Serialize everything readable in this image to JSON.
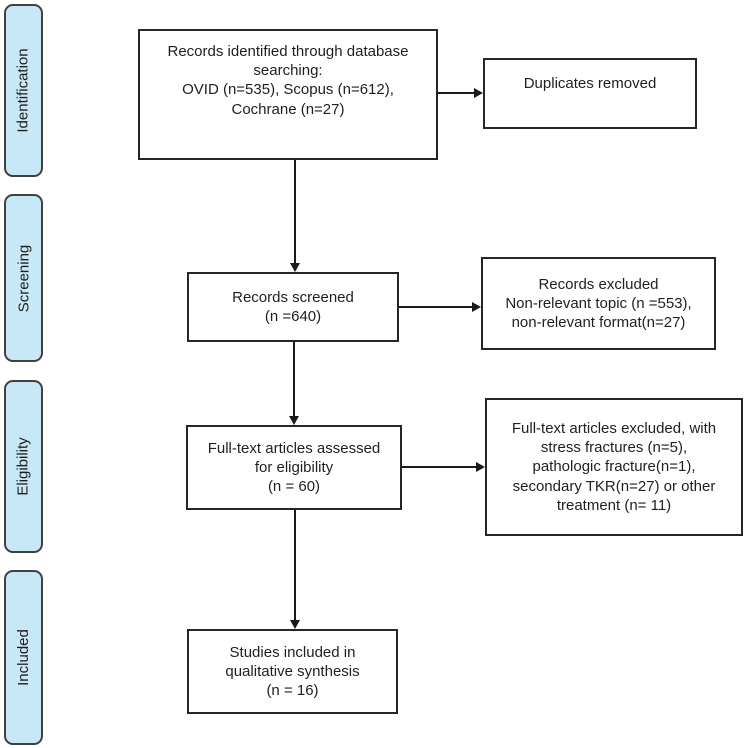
{
  "diagram": {
    "colors": {
      "background": "#ffffff",
      "stage_fill": "#c9e8f7",
      "stage_border": "#404040",
      "box_border": "#262626",
      "arrow": "#1a1a1a",
      "text": "#1f1f1f"
    },
    "stages": [
      {
        "label": "Identification"
      },
      {
        "label": "Screening"
      },
      {
        "label": "Eligibility"
      },
      {
        "label": "Included"
      }
    ],
    "boxes": {
      "records_identified": {
        "text": "Records identified through database\nsearching:\nOVID (n=535), Scopus (n=612),\nCochrane (n=27)"
      },
      "duplicates_removed": {
        "text": "Duplicates removed"
      },
      "records_screened": {
        "text": "Records screened\n(n =640)"
      },
      "records_excluded": {
        "text": "Records excluded\nNon-relevant topic (n =553),\nnon-relevant format(n=27)"
      },
      "fulltext_assessed": {
        "text": "Full-text articles assessed\nfor eligibility\n(n = 60)"
      },
      "fulltext_excluded": {
        "text": "Full-text articles excluded, with\nstress fractures (n=5),\npathologic fracture(n=1),\nsecondary TKR(n=27) or other\ntreatment (n= 11)"
      },
      "studies_included": {
        "text": "Studies included in\nqualitative synthesis\n(n = 16)"
      }
    },
    "connections": [
      {
        "from": "records_identified",
        "to": "duplicates_removed"
      },
      {
        "from": "records_identified",
        "to": "records_screened"
      },
      {
        "from": "records_screened",
        "to": "records_excluded"
      },
      {
        "from": "records_screened",
        "to": "fulltext_assessed"
      },
      {
        "from": "fulltext_assessed",
        "to": "fulltext_excluded"
      },
      {
        "from": "fulltext_assessed",
        "to": "studies_included"
      }
    ]
  }
}
